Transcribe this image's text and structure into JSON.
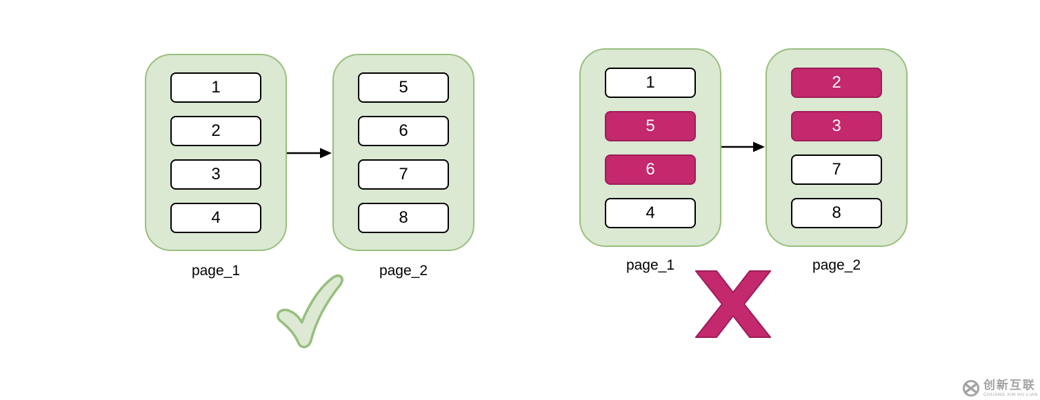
{
  "colors": {
    "container_fill": "#dbe8d2",
    "container_border": "#97bf7d",
    "item_fill": "#ffffff",
    "item_border": "#000000",
    "highlight_fill": "#c4286d",
    "highlight_border": "#9e1d59",
    "highlight_text": "#ffffff",
    "text": "#000000",
    "arrow": "#000000",
    "watermark": "#a3a3a3"
  },
  "groups": [
    {
      "name": "correct-pagination",
      "verdict": "check",
      "pages": [
        {
          "label": "page_1",
          "items": [
            {
              "value": "1",
              "highlight": false
            },
            {
              "value": "2",
              "highlight": false
            },
            {
              "value": "3",
              "highlight": false
            },
            {
              "value": "4",
              "highlight": false
            }
          ]
        },
        {
          "label": "page_2",
          "items": [
            {
              "value": "5",
              "highlight": false
            },
            {
              "value": "6",
              "highlight": false
            },
            {
              "value": "7",
              "highlight": false
            },
            {
              "value": "8",
              "highlight": false
            }
          ]
        }
      ]
    },
    {
      "name": "incorrect-pagination",
      "verdict": "cross",
      "pages": [
        {
          "label": "page_1",
          "items": [
            {
              "value": "1",
              "highlight": false
            },
            {
              "value": "5",
              "highlight": true
            },
            {
              "value": "6",
              "highlight": true
            },
            {
              "value": "4",
              "highlight": false
            }
          ]
        },
        {
          "label": "page_2",
          "items": [
            {
              "value": "2",
              "highlight": true
            },
            {
              "value": "3",
              "highlight": true
            },
            {
              "value": "7",
              "highlight": false
            },
            {
              "value": "8",
              "highlight": false
            }
          ]
        }
      ]
    }
  ],
  "watermark": {
    "brand": "创新互联",
    "subtext": "CHUANG XIN HU LIAN"
  }
}
